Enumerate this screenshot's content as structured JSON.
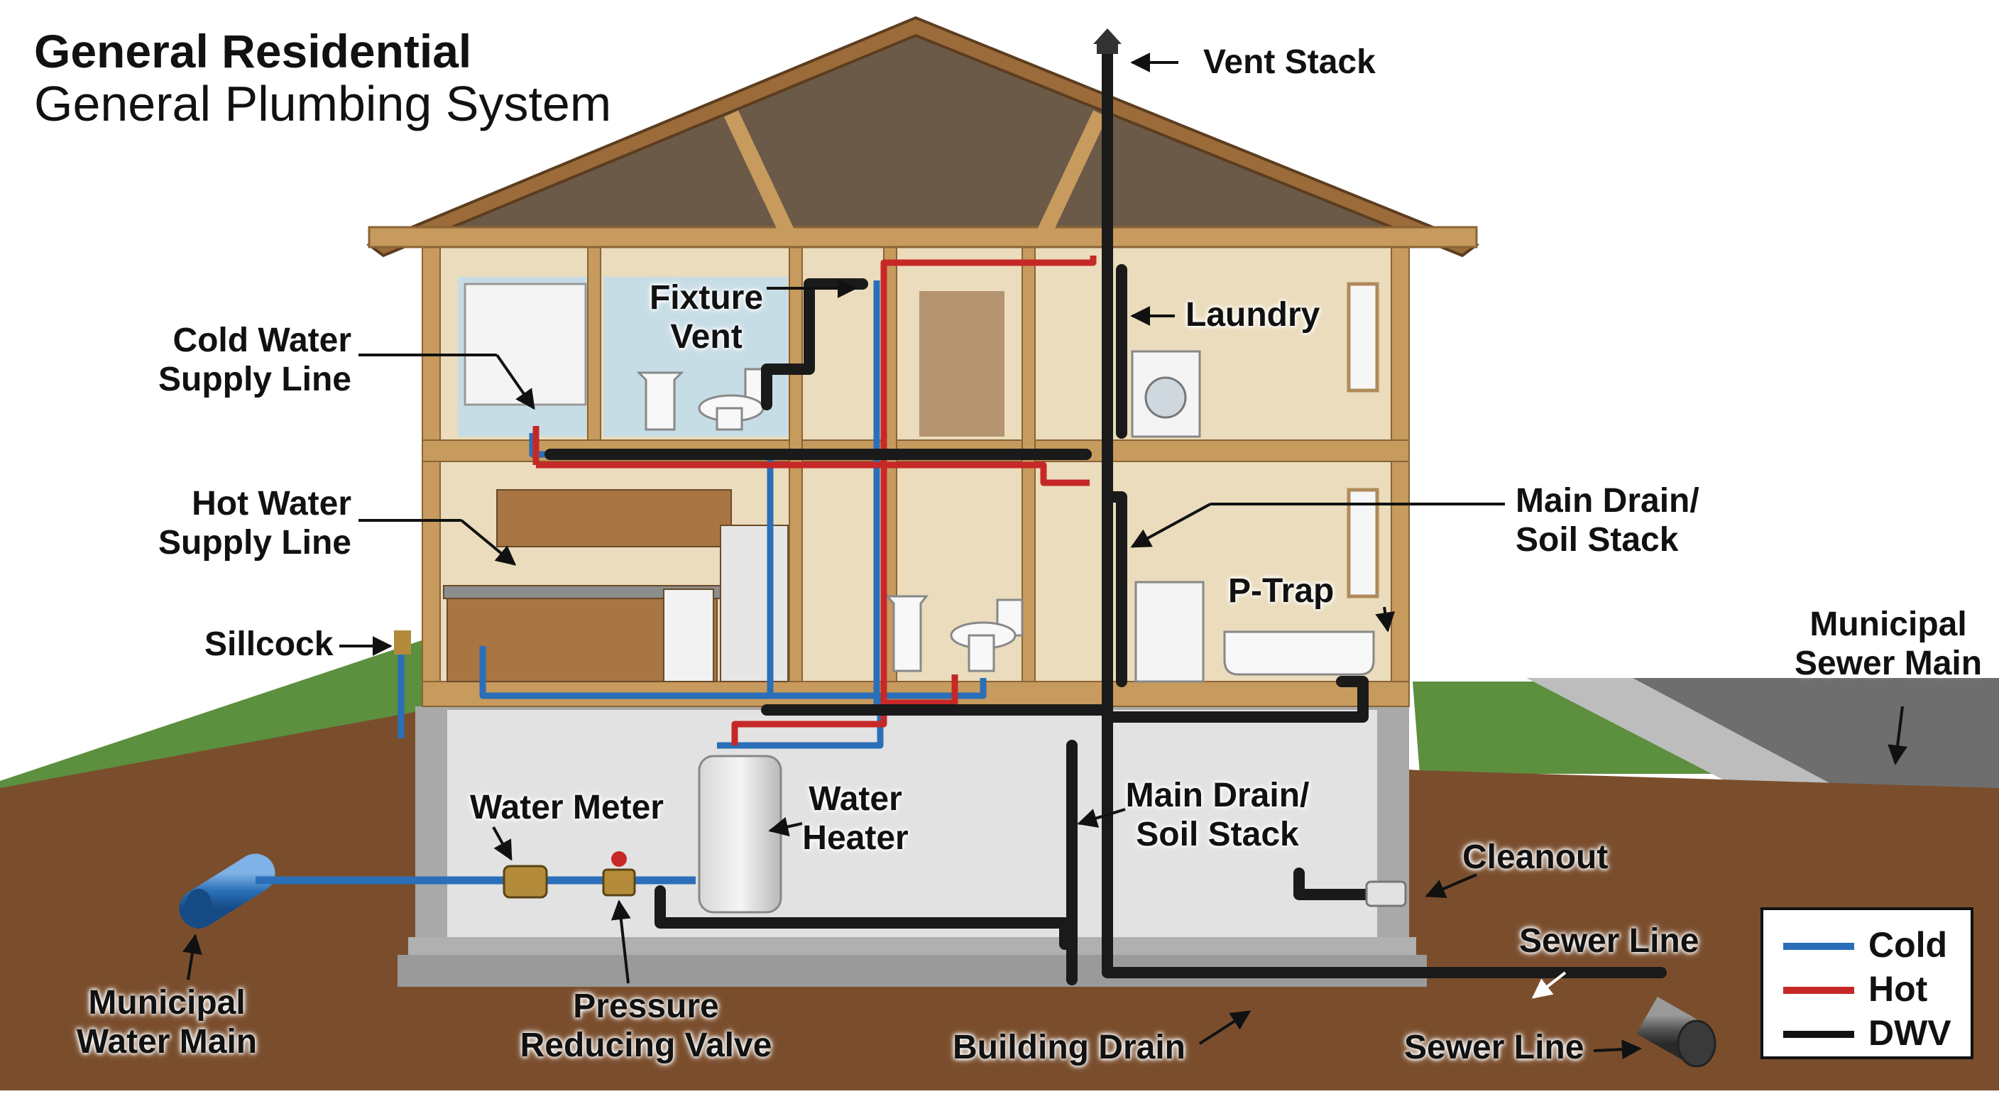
{
  "title": {
    "line1": "General Residential",
    "line2": "General Plumbing System"
  },
  "labels": {
    "vent_stack": "Vent Stack",
    "fixture_vent_1": "Fixture",
    "fixture_vent_2": "Vent",
    "laundry": "Laundry",
    "cold_supply_1": "Cold Water",
    "cold_supply_2": "Supply Line",
    "hot_supply_1": "Hot Water",
    "hot_supply_2": "Supply Line",
    "main_drain_upper_1": "Main Drain/",
    "main_drain_upper_2": "Soil Stack",
    "p_trap": "P-Trap",
    "sillcock": "Sillcock",
    "municipal_sewer_1": "Municipal",
    "municipal_sewer_2": "Sewer Main",
    "water_meter": "Water Meter",
    "water_heater_1": "Water",
    "water_heater_2": "Heater",
    "main_drain_lower_1": "Main Drain/",
    "main_drain_lower_2": "Soil Stack",
    "cleanout": "Cleanout",
    "sewer_line_upper": "Sewer Line",
    "sewer_line_lower": "Sewer Line",
    "municipal_water_1": "Municipal",
    "municipal_water_2": "Water Main",
    "prv_1": "Pressure",
    "prv_2": "Reducing Valve",
    "building_drain": "Building Drain"
  },
  "legend": [
    {
      "label": "Cold",
      "color": "#2a6fb8"
    },
    {
      "label": "Hot",
      "color": "#c62828"
    },
    {
      "label": "DWV",
      "color": "#111111"
    }
  ],
  "colors": {
    "cold": "#2a6fb8",
    "hot": "#c62828",
    "dwv": "#1a1a1a",
    "soil": "#7a4e2d",
    "grass": "#5c8f3e",
    "wood": "#c79a5d",
    "wall": "#eadcbc",
    "bath_wall": "#c7dde6",
    "concrete": "#bdbdbd",
    "road": "#6e6e6e"
  }
}
